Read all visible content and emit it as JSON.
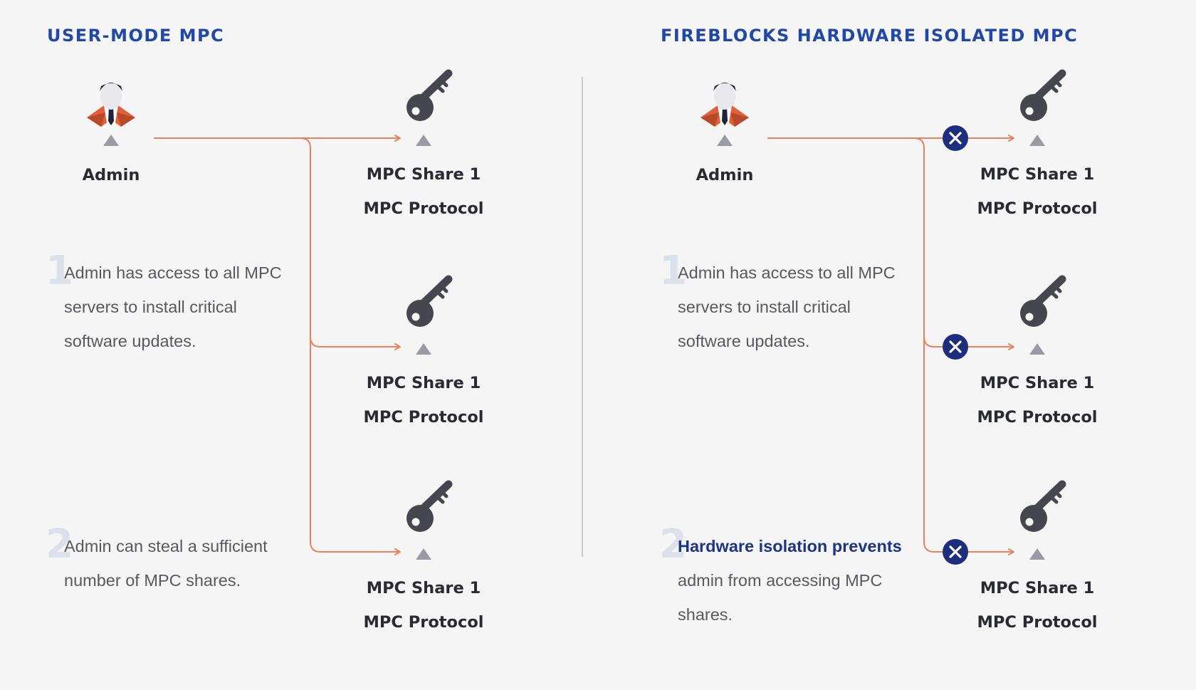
{
  "panels": [
    {
      "title": "USER-MODE MPC",
      "admin_label": "Admin",
      "shares": [
        {
          "line1": "MPC Share 1",
          "line2": "MPC Protocol",
          "blocked": false
        },
        {
          "line1": "MPC Share 1",
          "line2": "MPC Protocol",
          "blocked": false
        },
        {
          "line1": "MPC Share 1",
          "line2": "MPC Protocol",
          "blocked": false
        }
      ],
      "notes": [
        {
          "number": "1",
          "highlight": "",
          "text": "Admin has access to all MPC servers to install critical software updates."
        },
        {
          "number": "2",
          "highlight": "",
          "text": "Admin can steal a sufficient number of MPC shares."
        }
      ]
    },
    {
      "title": "FIREBLOCKS HARDWARE ISOLATED MPC",
      "admin_label": "Admin",
      "shares": [
        {
          "line1": "MPC Share 1",
          "line2": "MPC Protocol",
          "blocked": true
        },
        {
          "line1": "MPC Share 1",
          "line2": "MPC Protocol",
          "blocked": true
        },
        {
          "line1": "MPC Share 1",
          "line2": "MPC Protocol",
          "blocked": true
        }
      ],
      "notes": [
        {
          "number": "1",
          "highlight": "",
          "text": "Admin has access to all MPC servers to install critical software updates."
        },
        {
          "number": "2",
          "highlight": "Hardware isolation prevents",
          "text": " admin from accessing MPC shares."
        }
      ]
    }
  ],
  "icons": {
    "admin": "admin-person-icon",
    "share": "key-icon",
    "server": "triangle-server-icon",
    "blocked": "blocked-x-icon"
  },
  "colors": {
    "title": "#2148a6",
    "connector": "#e8825a",
    "key": "#46464e",
    "blocked_badge": "#1d2f7c",
    "divider": "#c9c9d0"
  }
}
